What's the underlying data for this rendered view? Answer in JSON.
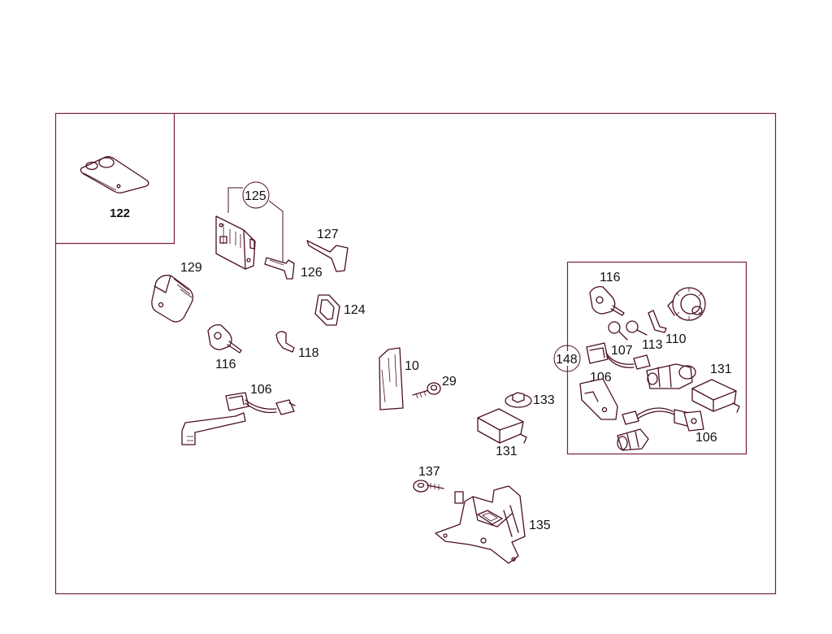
{
  "colors": {
    "frame": "#7a1f3d",
    "line": "#4a0f22",
    "background": "#ffffff",
    "text": "#111111"
  },
  "inset_label": "122",
  "callouts": {
    "c125": "125",
    "c127": "127",
    "c126": "126",
    "c129": "129",
    "c124": "124",
    "c116a": "116",
    "c118": "118",
    "c106a": "106",
    "c10": "10",
    "c29": "29",
    "c133": "133",
    "c131a": "131",
    "c137": "137",
    "c135": "135",
    "c148": "148",
    "c116b": "116",
    "c110": "110",
    "c113": "113",
    "c107": "107",
    "c106b": "106",
    "c131b": "131",
    "c106c": "106"
  }
}
